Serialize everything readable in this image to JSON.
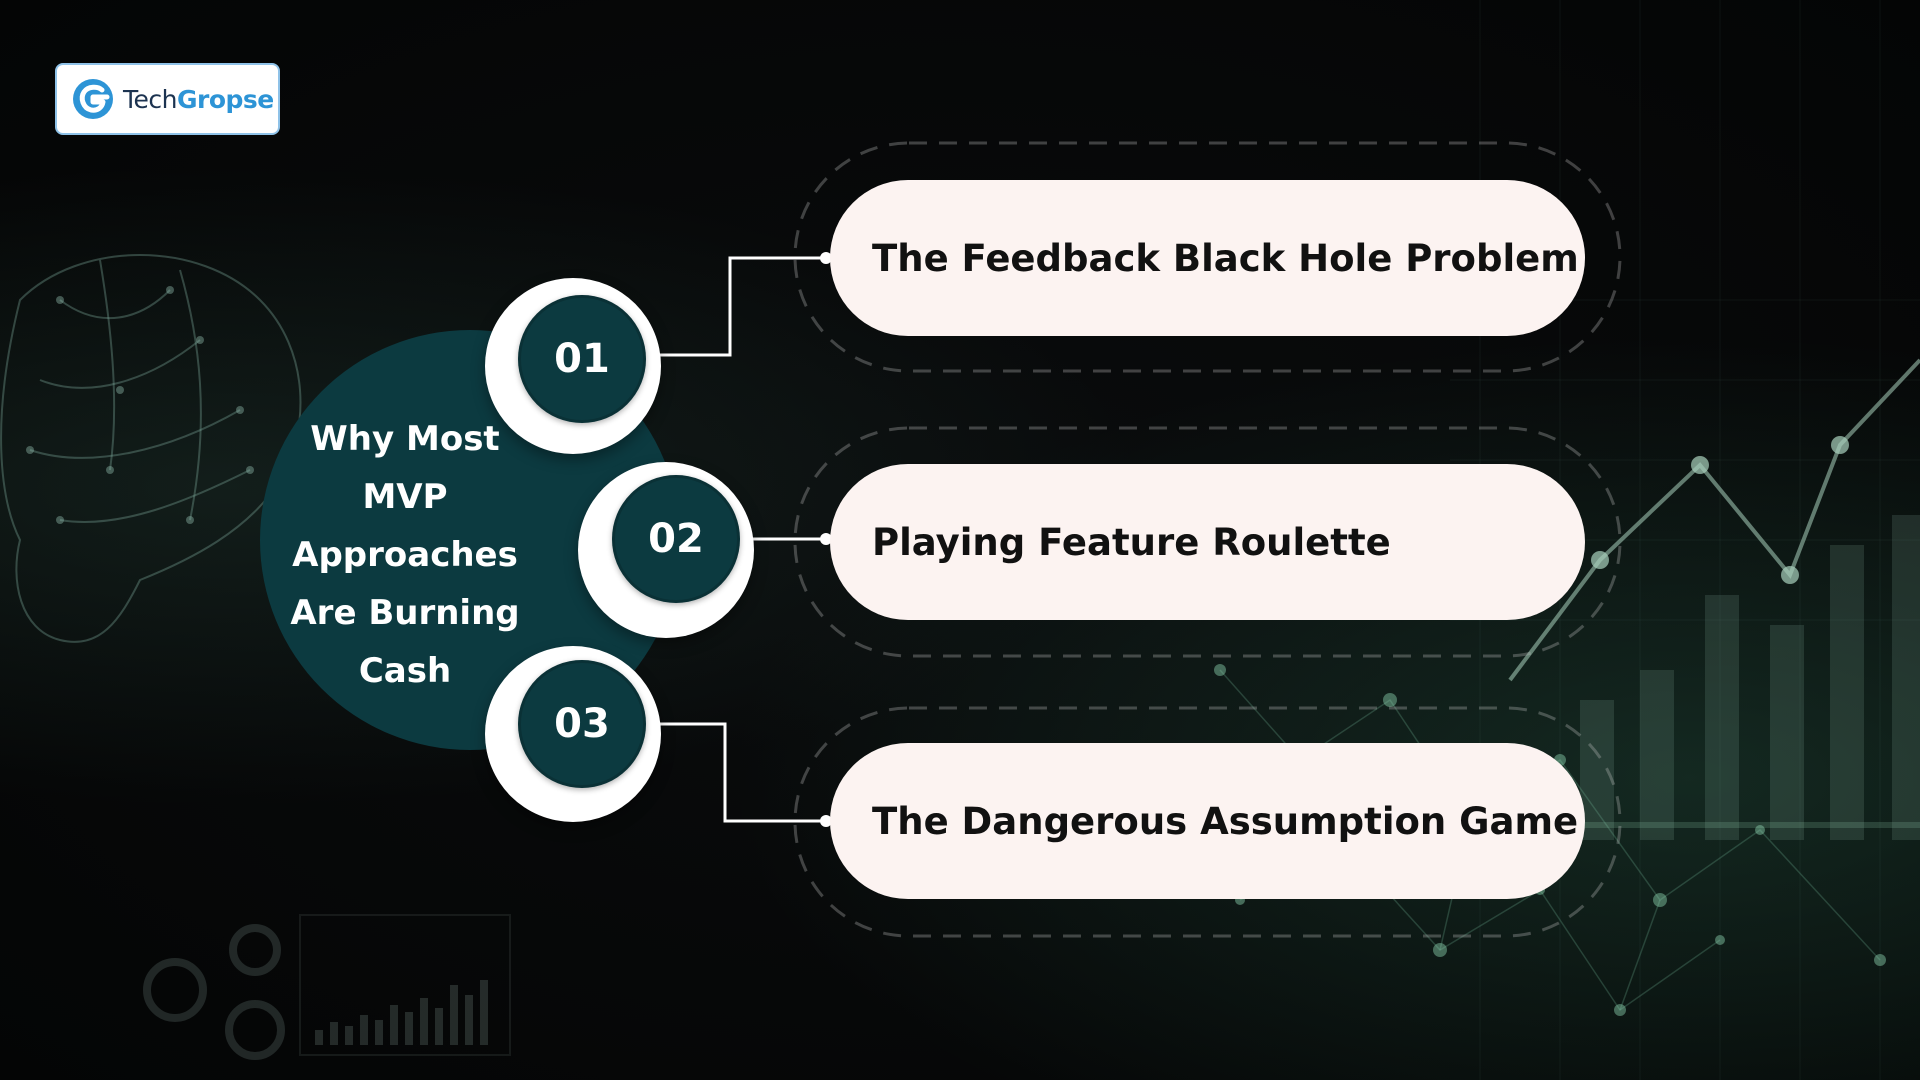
{
  "logo": {
    "icon": "techgropse-g-icon",
    "word1": "Tech",
    "word2": "Gropse"
  },
  "hub": {
    "title_lines": [
      "Why Most",
      "MVP",
      "Approaches",
      "Are Burning",
      "Cash"
    ]
  },
  "items": [
    {
      "number": "01",
      "label": "The Feedback Black Hole Problem"
    },
    {
      "number": "02",
      "label": "Playing Feature Roulette"
    },
    {
      "number": "03",
      "label": "The Dangerous Assumption Game"
    }
  ],
  "colors": {
    "background": "#050607",
    "accent_teal": "#0c3a40",
    "pill_fill": "#fcf3f1",
    "logo_blue": "#2d94d6",
    "logo_navy": "#1c3350"
  }
}
